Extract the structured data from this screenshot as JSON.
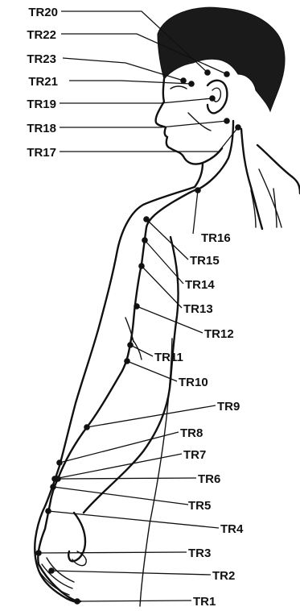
{
  "points": [
    {
      "id": "TR1",
      "label": "TR1"
    },
    {
      "id": "TR2",
      "label": "TR2"
    },
    {
      "id": "TR3",
      "label": "TR3"
    },
    {
      "id": "TR4",
      "label": "TR4"
    },
    {
      "id": "TR5",
      "label": "TR5"
    },
    {
      "id": "TR6",
      "label": "TR6"
    },
    {
      "id": "TR7",
      "label": "TR7"
    },
    {
      "id": "TR8",
      "label": "TR8"
    },
    {
      "id": "TR9",
      "label": "TR9"
    },
    {
      "id": "TR10",
      "label": "TR10"
    },
    {
      "id": "TR11",
      "label": "TR11"
    },
    {
      "id": "TR12",
      "label": "TR12"
    },
    {
      "id": "TR13",
      "label": "TR13"
    },
    {
      "id": "TR14",
      "label": "TR14"
    },
    {
      "id": "TR15",
      "label": "TR15"
    },
    {
      "id": "TR16",
      "label": "TR16"
    },
    {
      "id": "TR17",
      "label": "TR17"
    },
    {
      "id": "TR18",
      "label": "TR18"
    },
    {
      "id": "TR19",
      "label": "TR19"
    },
    {
      "id": "TR20",
      "label": "TR20"
    },
    {
      "id": "TR21",
      "label": "TR21"
    },
    {
      "id": "TR22",
      "label": "TR22"
    },
    {
      "id": "TR23",
      "label": "TR23"
    }
  ]
}
